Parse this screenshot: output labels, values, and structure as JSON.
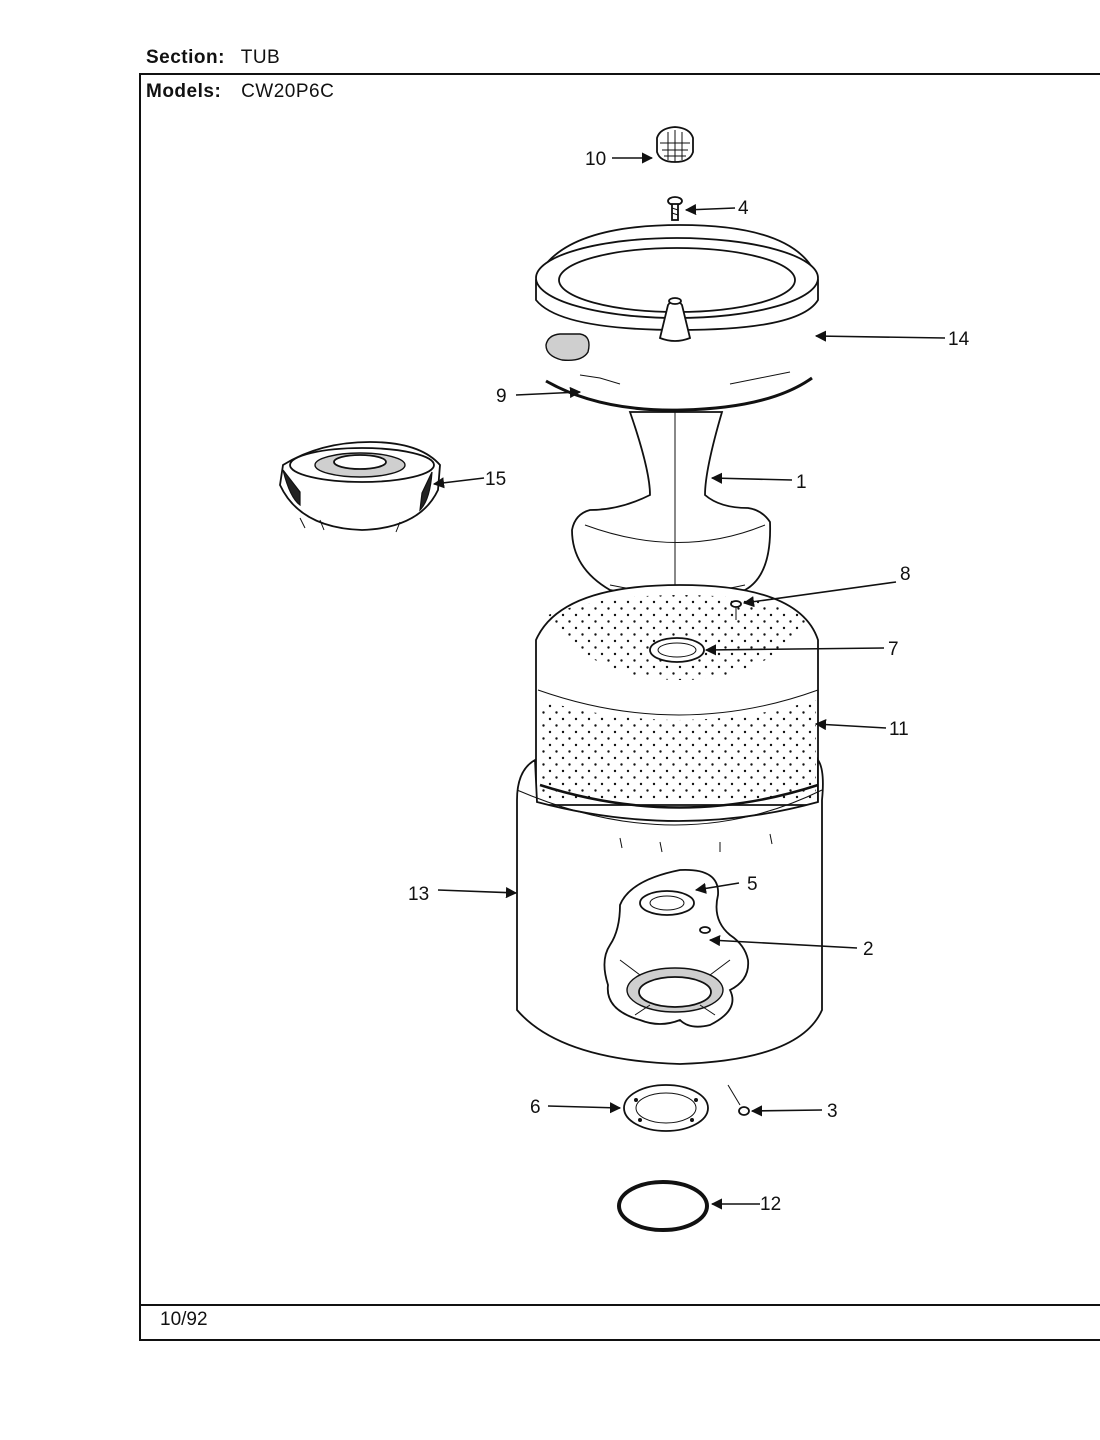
{
  "header": {
    "section_label": "Section:",
    "section_value": "TUB",
    "models_label": "Models:",
    "models_value": "CW20P6C"
  },
  "footer": {
    "date": "10/92"
  },
  "callouts": {
    "c1": "1",
    "c2": "2",
    "c3": "3",
    "c4": "4",
    "c5": "5",
    "c6": "6",
    "c7": "7",
    "c8": "8",
    "c9": "9",
    "c10": "10",
    "c11": "11",
    "c12": "12",
    "c13": "13",
    "c14": "14",
    "c15": "15"
  }
}
